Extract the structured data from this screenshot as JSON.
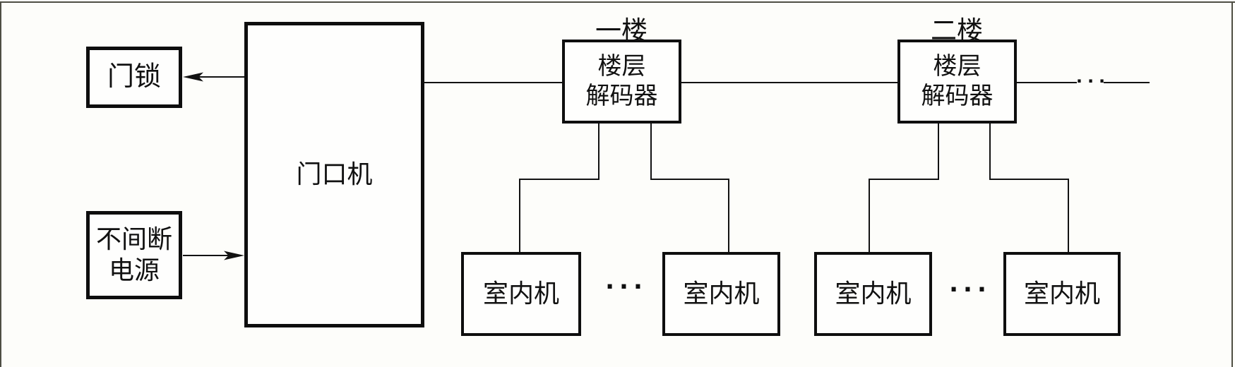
{
  "colors": {
    "line": "#121212",
    "box_border": "#0e0e0e",
    "background": "#fdfdfa",
    "frame_border": "#4e4e44",
    "text": "#111111"
  },
  "boxes": {
    "door_lock": {
      "label": "门锁"
    },
    "ups": {
      "lines": [
        "不间断",
        "电源"
      ]
    },
    "door_station": {
      "label": "门口机"
    },
    "floor_decoder_1": {
      "lines": [
        "楼层",
        "解码器"
      ],
      "floor_label": "一楼"
    },
    "floor_decoder_2": {
      "lines": [
        "楼层",
        "解码器"
      ],
      "floor_label": "二楼"
    },
    "indoor_units": [
      {
        "label": "室内机"
      },
      {
        "label": "室内机"
      },
      {
        "label": "室内机"
      },
      {
        "label": "室内机"
      }
    ]
  },
  "ellipsis": {
    "bus": "···",
    "indoor_row_floor1": "···",
    "indoor_row_floor2": "···"
  }
}
